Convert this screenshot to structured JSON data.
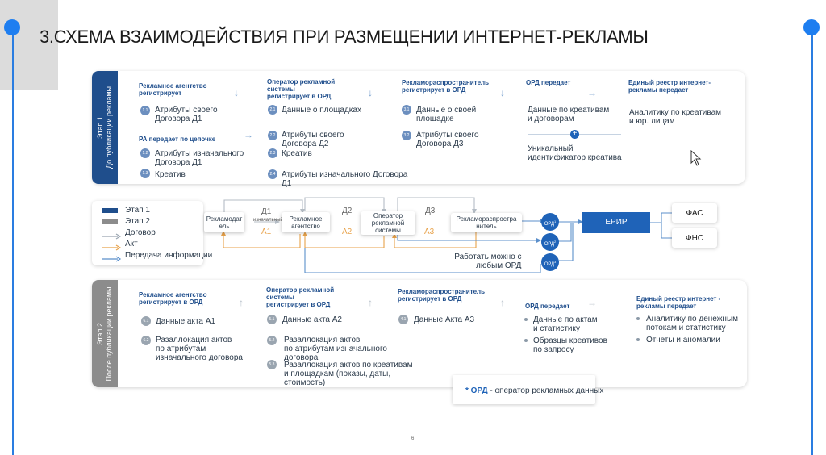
{
  "title": "3.СХЕМА ВЗАИМОДЕЙСТВИЯ ПРИ РАЗМЕЩЕНИИ ИНТЕРНЕТ-РЕКЛАМЫ",
  "stage1": {
    "side_label_1": "Этап 1",
    "side_label_2": "До публикации рекламы",
    "col1_header": "Рекламное агентство регистрирует",
    "col1_items": [
      {
        "num": "1.1",
        "text_1": "Атрибуты своего",
        "text_2": "Договора Д1"
      }
    ],
    "col1_sub_header": "РА передает по цепочке",
    "col1_sub_items": [
      {
        "num": "1.2",
        "text_1": "Атрибуты изначального",
        "text_2": "Договора Д1"
      },
      {
        "num": "1.3",
        "text_1": "Креатив"
      }
    ],
    "col2_header_1": "Оператор рекламной",
    "col2_header_2": "системы",
    "col2_header_3": "регистрирует в ОРД",
    "col2_items": [
      {
        "num": "2.1",
        "text_1": "Данные о площадках"
      },
      {
        "num": "2.2",
        "text_1": "Атрибуты своего",
        "text_2": "Договора Д2"
      },
      {
        "num": "2.3",
        "text_1": "Креатив"
      },
      {
        "num": "2.4",
        "text_1": "Атрибуты изначального Договора",
        "text_2": "Д1"
      }
    ],
    "col3_header_1": "Рекламораспространитель",
    "col3_header_2": "регистрирует в ОРД",
    "col3_items": [
      {
        "num": "3.1",
        "text_1": "Данные о своей",
        "text_2": "площадке"
      },
      {
        "num": "3.2",
        "text_1": "Атрибуты своего",
        "text_2": "Договора Д3"
      }
    ],
    "col4_header": "ОРД передает",
    "col4_text_1": "Данные по креативам",
    "col4_text_2": "и договорам",
    "col4_text_3": "Уникальный",
    "col4_text_4": "идентификатор креатива",
    "col5_header_1": "Единый реестр интернет-",
    "col5_header_2": "рекламы передает",
    "col5_text_1": "Аналитику по креативам",
    "col5_text_2": "и юр. лицам"
  },
  "legend": {
    "stage1": "Этап 1",
    "stage2": "Этап 2",
    "contract": "Договор",
    "act": "Акт",
    "info": "Передача информации",
    "colors": {
      "stage1": "#1f4e8c",
      "stage2": "#8c8c8c",
      "contract": "#9aa5b0",
      "act": "#e8a24a",
      "info": "#5b8fcb"
    }
  },
  "flow": {
    "agency_client_1": "Рекламодат",
    "agency_client_2": "ель",
    "initial_contract": "изначальный",
    "agency_1": "Рекламное",
    "agency_2": "агентство",
    "operator_1": "Оператор",
    "operator_2": "рекламной",
    "operator_3": "системы",
    "distributor_1": "Рекламораспростра",
    "distributor_2": "нитель",
    "d1": "Д1",
    "d2": "Д2",
    "d3": "Д3",
    "a1": "А1",
    "a2": "А2",
    "a3": "А3",
    "ord": "ОРД",
    "ord_index_1": "1",
    "ord_index_2": "2",
    "ord_index_3": "3",
    "erir": "ЕРИР",
    "fas": "ФАС",
    "fns": "ФНС",
    "note_1": "Работать можно с",
    "note_2": "любым ОРД"
  },
  "stage2": {
    "side_label_1": "Этап 2",
    "side_label_2": "После публикации рекламы",
    "col1_header_1": "Рекламное агентство",
    "col1_header_2": "регистрирует в ОРД",
    "col1_items": [
      {
        "num": "6.1",
        "text_1": "Данные акта А1"
      },
      {
        "num": "6.2",
        "text_1": "Разаллокация актов",
        "text_2": "по атрибутам",
        "text_3": "изначального договора"
      }
    ],
    "col2_header_1": "Оператор рекламной",
    "col2_header_2": "системы",
    "col2_header_3": "регистрирует в ОРД",
    "col2_items": [
      {
        "num": "5.1",
        "text_1": "Данные акта А2"
      },
      {
        "num": "5.2",
        "text_1": "Разаллокация актов",
        "text_2": "по атрибутам изначального",
        "text_3": "договора"
      },
      {
        "num": "5.3",
        "text_1": "Разаллокация актов по креативам",
        "text_2": "и площадкам (показы, даты,",
        "text_3": "стоимость)"
      }
    ],
    "col3_header_1": "Рекламораспространитель",
    "col3_header_2": "регистрирует в ОРД",
    "col3_items": [
      {
        "num": "4.1",
        "text_1": "Данные Акта А3"
      }
    ],
    "col4_header": "ОРД передает",
    "col4_items": [
      {
        "text_1": "Данные по актам",
        "text_2": "и статистику"
      },
      {
        "text_1": "Образцы креативов",
        "text_2": "по запросу"
      }
    ],
    "col5_header_1": "Единый реестр интернет -",
    "col5_header_2": "рекламы передает",
    "col5_items": [
      {
        "text_1": "Аналитику по денежным",
        "text_2": "потокам и статистику"
      },
      {
        "text_1": "Отчеты и аномалии"
      }
    ]
  },
  "footnote_star": "* ОРД",
  "footnote_rest": " - оператор рекламных данных",
  "page_number": "6"
}
